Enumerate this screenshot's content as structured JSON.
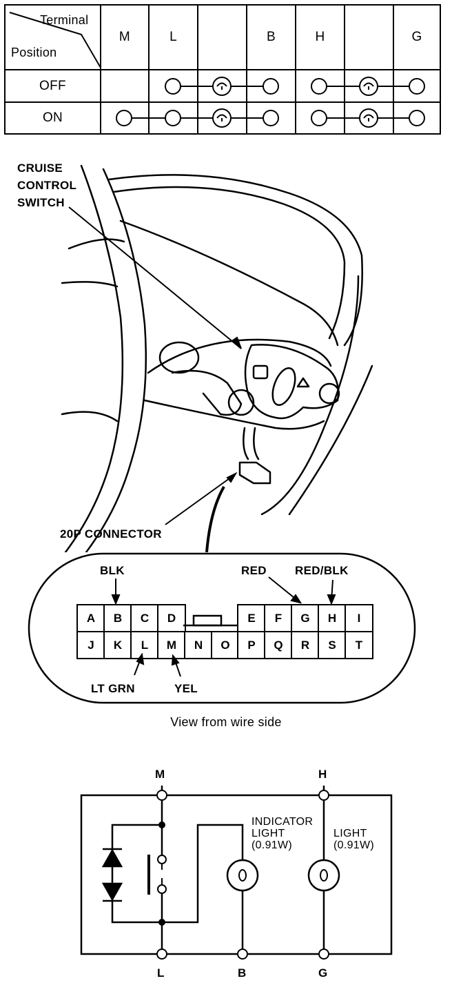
{
  "table": {
    "header_terminal": "Terminal",
    "header_position": "Position",
    "columns": [
      "M",
      "L",
      "",
      "B",
      "H",
      "",
      "G"
    ],
    "rows": [
      {
        "position": "OFF",
        "connections": [
          [
            "L",
            "B"
          ],
          [
            "H",
            "G"
          ]
        ]
      },
      {
        "position": "ON",
        "connections": [
          [
            "M",
            "L",
            "B"
          ],
          [
            "H",
            "G"
          ]
        ]
      }
    ]
  },
  "illustration": {
    "switch_label_line1": "CRUISE",
    "switch_label_line2": "CONTROL",
    "switch_label_line3": "SWITCH",
    "connector_label": "20P CONNECTOR"
  },
  "connector": {
    "top_row": [
      "A",
      "B",
      "C",
      "D",
      "",
      "",
      "E",
      "F",
      "G",
      "H",
      "I"
    ],
    "bottom_row": [
      "J",
      "K",
      "L",
      "M",
      "N",
      "O",
      "P",
      "Q",
      "R",
      "S",
      "T"
    ],
    "wire_blk": "BLK",
    "wire_red": "RED",
    "wire_red_blk": "RED/BLK",
    "wire_lt_grn": "LT GRN",
    "wire_yel": "YEL",
    "caption": "View from wire side"
  },
  "schematic": {
    "terminal_m": "M",
    "terminal_h": "H",
    "terminal_l": "L",
    "terminal_b": "B",
    "terminal_g": "G",
    "indicator_line1": "INDICATOR",
    "indicator_line2": "LIGHT",
    "indicator_line3": "(0.91W)",
    "light_line1": "LIGHT",
    "light_line2": "(0.91W)"
  }
}
